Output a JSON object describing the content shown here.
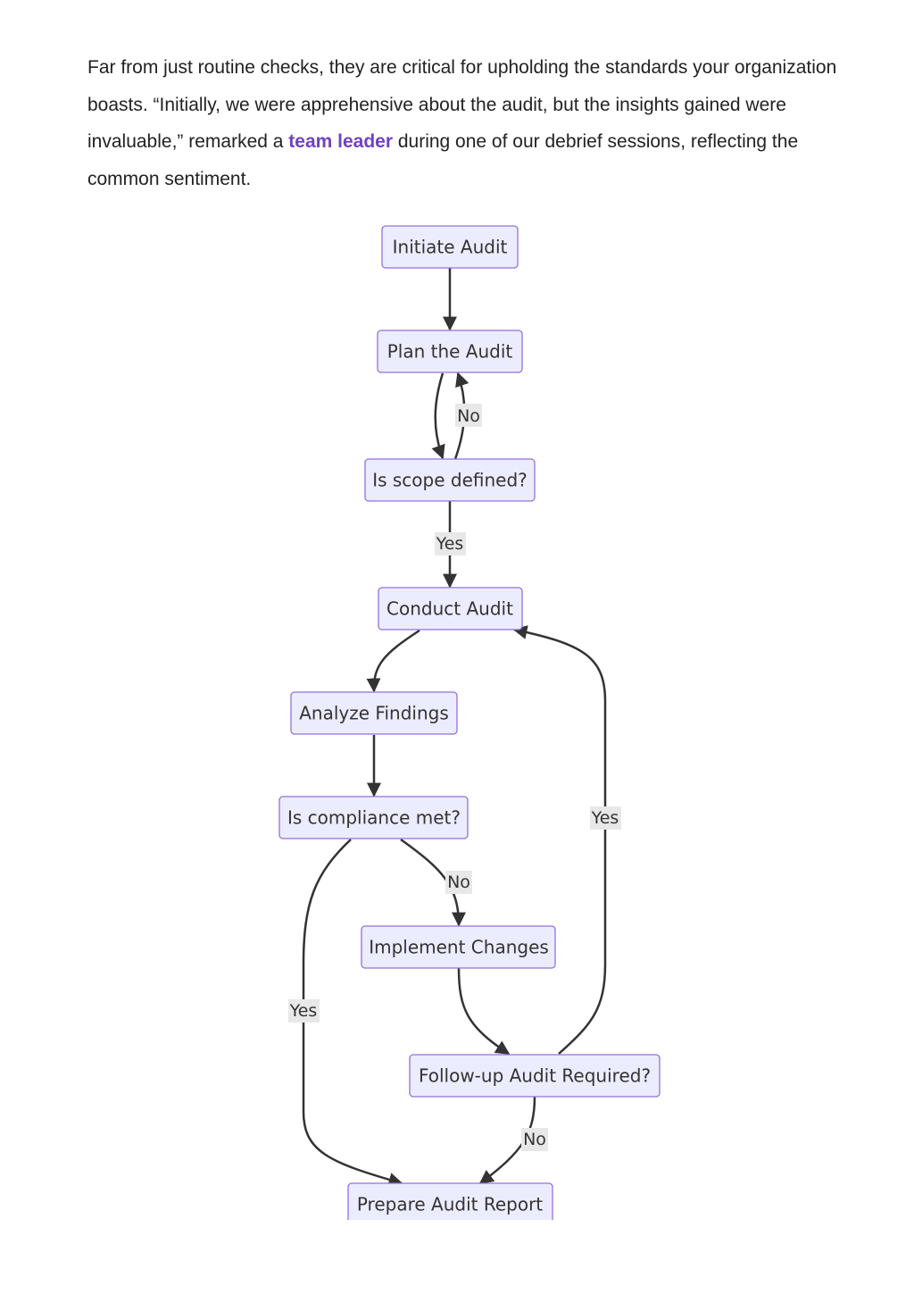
{
  "intro": {
    "before": "Far from just routine checks, they are critical for upholding the standards your organization boasts. “Initially, we were apprehensive about the audit, but the insights gained were invaluable,” remarked a ",
    "highlight": "team leader",
    "after": " during one of our debrief sessions, reflecting the common sentiment."
  },
  "flowchart": {
    "nodes": {
      "initiate": "Initiate Audit",
      "plan": "Plan the Audit",
      "scope": "Is scope defined?",
      "conduct": "Conduct Audit",
      "analyze": "Analyze Findings",
      "compliance": "Is compliance met?",
      "implement": "Implement Changes",
      "followup": "Follow-up Audit Required?",
      "report": "Prepare Audit Report"
    },
    "edge_labels": {
      "scope_no": "No",
      "scope_yes": "Yes",
      "compliance_no": "No",
      "compliance_yes": "Yes",
      "followup_yes": "Yes",
      "followup_no": "No"
    },
    "colors": {
      "node_fill": "#ececff",
      "node_stroke": "#9370db",
      "edge": "#333333",
      "label_bg": "#e8e8e8"
    }
  }
}
